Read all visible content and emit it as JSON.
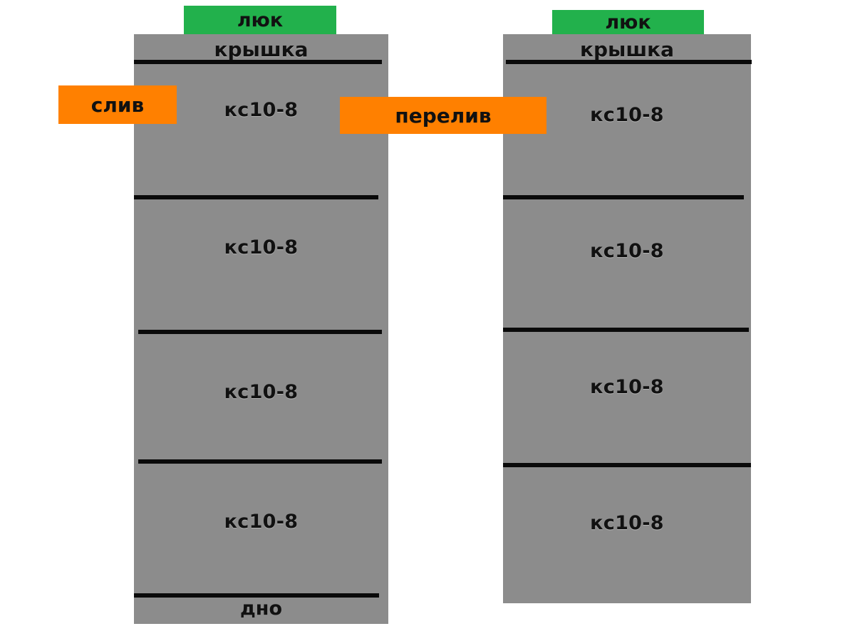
{
  "diagram": {
    "type": "septic-tank-two-chamber-cross-section",
    "background_color": "#ffffff",
    "concrete_color": "#8c8c8c",
    "seam_color": "#0a0a0a",
    "hatch_color": "#22b14c",
    "pipe_color": "#ff8000"
  },
  "chambers": [
    {
      "id": "left",
      "hatch_label": "люк",
      "cap_label": "крышка",
      "rings": [
        {
          "label": "кс10-8"
        },
        {
          "label": "кс10-8"
        },
        {
          "label": "кс10-8"
        },
        {
          "label": "кс10-8"
        }
      ],
      "bottom_label": "дно"
    },
    {
      "id": "right",
      "hatch_label": "люк",
      "cap_label": "крышка",
      "rings": [
        {
          "label": "кс10-8"
        },
        {
          "label": "кс10-8"
        },
        {
          "label": "кс10-8"
        },
        {
          "label": "кс10-8"
        }
      ],
      "bottom_label": ""
    }
  ],
  "pipes": [
    {
      "id": "drain",
      "label": "слив"
    },
    {
      "id": "overflow",
      "label": "перелив"
    }
  ]
}
